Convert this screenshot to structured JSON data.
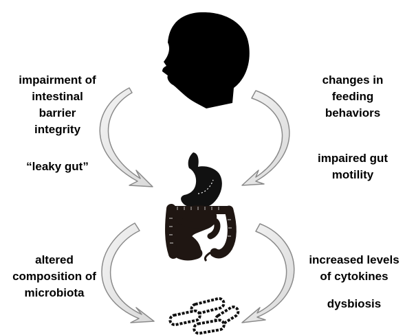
{
  "labels": {
    "barrier": [
      "impairment of",
      "intestinal",
      "barrier",
      "integrity"
    ],
    "leaky_gut": "“leaky gut”",
    "feeding": [
      "changes in",
      "feeding",
      "behaviors"
    ],
    "motility": [
      "impaired gut",
      "motility"
    ],
    "microbiota": [
      "altered",
      "composition of",
      "microbiota"
    ],
    "cytokines": [
      "increased levels",
      "of cytokines"
    ],
    "dysbiosis": "dysbiosis"
  },
  "icons": {
    "head": "child-head-silhouette-icon",
    "stomach": "stomach-icon",
    "intestine": "intestine-icon",
    "bacteria": "bacteria-icon"
  },
  "colors": {
    "silhouette": "#000000",
    "organ": "#1a1a1a",
    "arrow_fill": "#e6e6e6",
    "arrow_stroke": "#8a8a8a"
  }
}
